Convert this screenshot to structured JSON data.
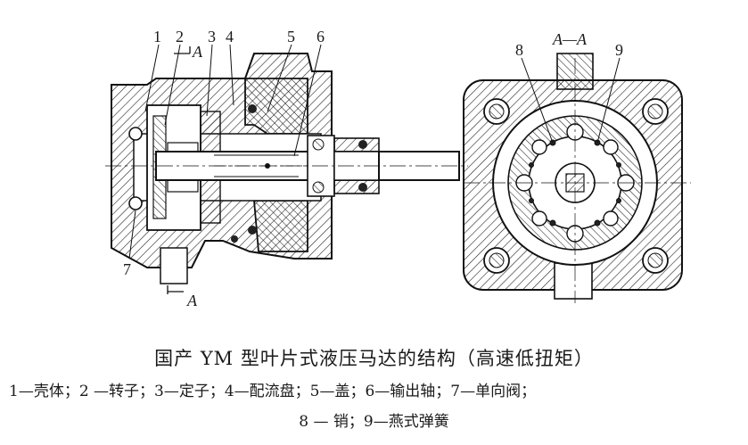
{
  "labels": {
    "n1": "1",
    "n2": "2",
    "n3": "3",
    "n4": "4",
    "n5": "5",
    "n6": "6",
    "n7": "7",
    "n8": "8",
    "n9": "9",
    "sect_top": "A",
    "sect_bottom": "A",
    "section_title": "A—A"
  },
  "caption": {
    "title": "国产 YM 型叶片式液压马达的结构（高速低扭矩）",
    "legend_line1": "1—壳体；2 —转子；3—定子；4—配流盘；5—盖；6—输出轴；7—单向阀；",
    "legend_line2": "8 — 销；9—燕式弹簧"
  }
}
